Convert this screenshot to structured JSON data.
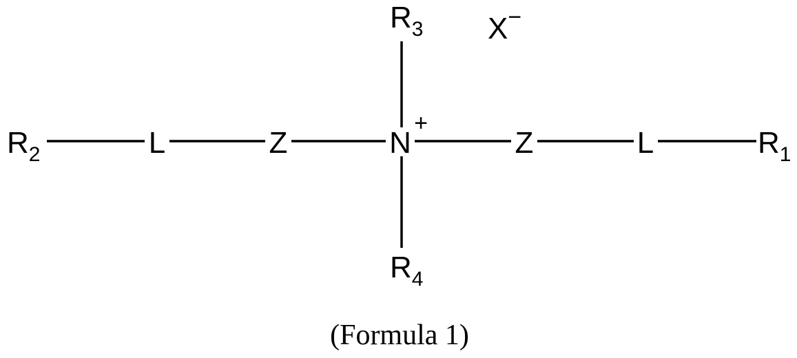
{
  "structure": {
    "center_atom": "N",
    "center_charge": "+",
    "top_substituent": {
      "base": "R",
      "subscript": "3"
    },
    "bottom_substituent": {
      "base": "R",
      "subscript": "4"
    },
    "counterion": {
      "base": "X",
      "charge": "−"
    },
    "left_chain": {
      "linker_z": "Z",
      "linker_l": "L",
      "end_group": {
        "base": "R",
        "subscript": "2"
      }
    },
    "right_chain": {
      "linker_z": "Z",
      "linker_l": "L",
      "end_group": {
        "base": "R",
        "subscript": "1"
      }
    }
  },
  "caption": "(Formula 1)"
}
